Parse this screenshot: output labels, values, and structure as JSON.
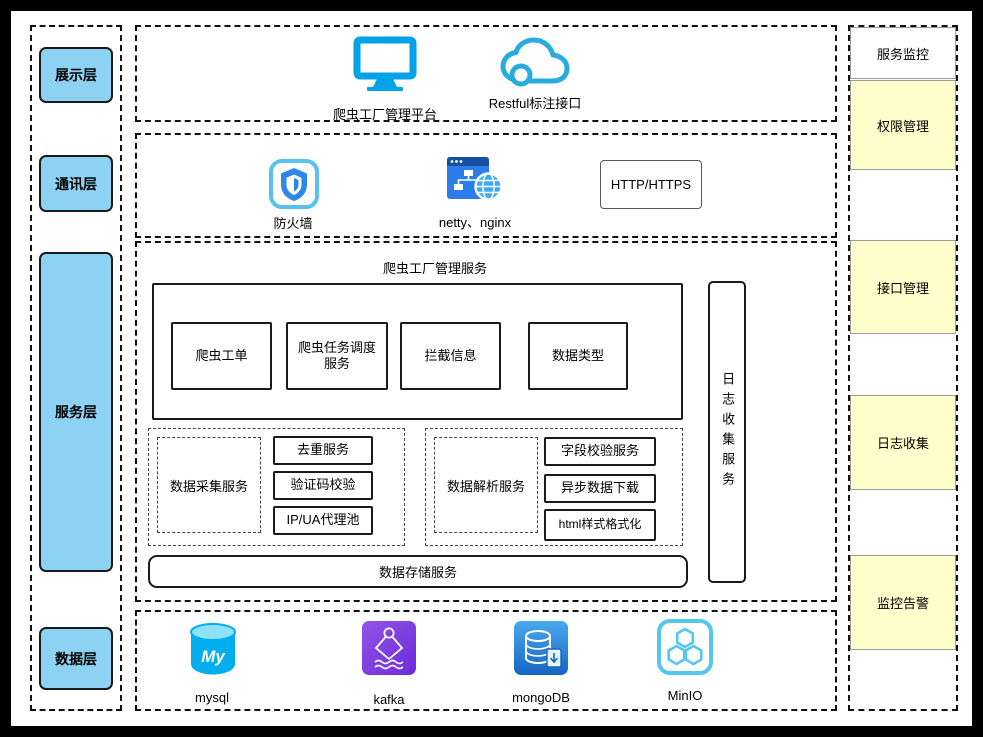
{
  "left_layers": [
    "展示层",
    "通讯层",
    "服务层",
    "数据层"
  ],
  "presentation": {
    "platform_label": "爬虫工厂管理平台",
    "restful_label": "Restful标注接口"
  },
  "communication": {
    "firewall_label": "防火墙",
    "gateway_label": "netty、nginx",
    "protocol_label": "HTTP/HTTPS"
  },
  "service": {
    "title": "爬虫工厂管理服务",
    "management": [
      "爬虫工单",
      "爬虫任务调度服务",
      "拦截信息",
      "数据类型"
    ],
    "log_service": "日志收集服务",
    "collect": {
      "label": "数据采集服务",
      "items": [
        "去重服务",
        "验证码校验",
        "IP/UA代理池"
      ]
    },
    "parse": {
      "label": "数据解析服务",
      "items": [
        "字段校验服务",
        "异步数据下载",
        "html样式格式化"
      ]
    },
    "storage": "数据存储服务"
  },
  "data_layer": {
    "items": [
      "mysql",
      "kafka",
      "mongoDB",
      "MinIO"
    ],
    "mysql_badge": "My"
  },
  "right_panel": [
    "服务监控",
    "权限管理",
    "接口管理",
    "日志收集",
    "监控告警"
  ],
  "icons": {
    "platform": "monitor-icon",
    "restful": "cloud-icon",
    "firewall": "shield-icon",
    "gateway": "network-browser-icon",
    "mysql": "mysql-database-icon",
    "kafka": "kafka-icon",
    "mongodb": "mongodb-icon",
    "minio": "minio-icon"
  },
  "colors": {
    "layer_fill": "#8DD2F2",
    "accent_blue": "#00A2E8",
    "highlight_yellow": "#FFFFCB",
    "kafka_purple": "#7B3FE4",
    "border_black": "#000000"
  }
}
